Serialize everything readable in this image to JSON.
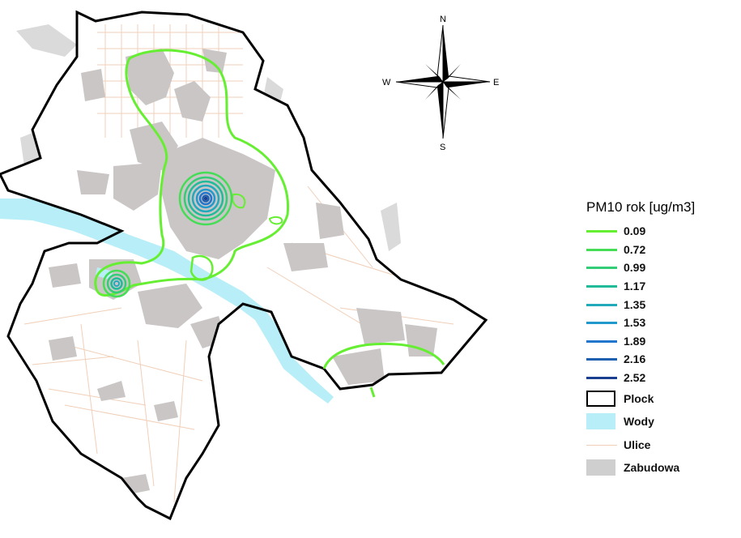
{
  "compass": {
    "north": "N",
    "south": "S",
    "east": "E",
    "west": "W"
  },
  "legend": {
    "title": "PM10 rok [ug/m3]",
    "contours": [
      {
        "value": "0.09",
        "color": "#66ee33"
      },
      {
        "value": "0.72",
        "color": "#44dd55"
      },
      {
        "value": "0.99",
        "color": "#33cc77"
      },
      {
        "value": "1.17",
        "color": "#22bb99"
      },
      {
        "value": "1.35",
        "color": "#22aabb"
      },
      {
        "value": "1.53",
        "color": "#2299cc"
      },
      {
        "value": "1.89",
        "color": "#2277cc"
      },
      {
        "value": "2.16",
        "color": "#1f5fb0"
      },
      {
        "value": "2.52",
        "color": "#1a3f90"
      }
    ],
    "layers": [
      {
        "name": "Plock",
        "kind": "boundary",
        "color": "#000000"
      },
      {
        "name": "Wody",
        "kind": "water",
        "color": "#b8eef7"
      },
      {
        "name": "Ulice",
        "kind": "street",
        "color": "#f0cfb8"
      },
      {
        "name": "Zabudowa",
        "kind": "builtup",
        "color": "#cfcfcf"
      }
    ]
  }
}
